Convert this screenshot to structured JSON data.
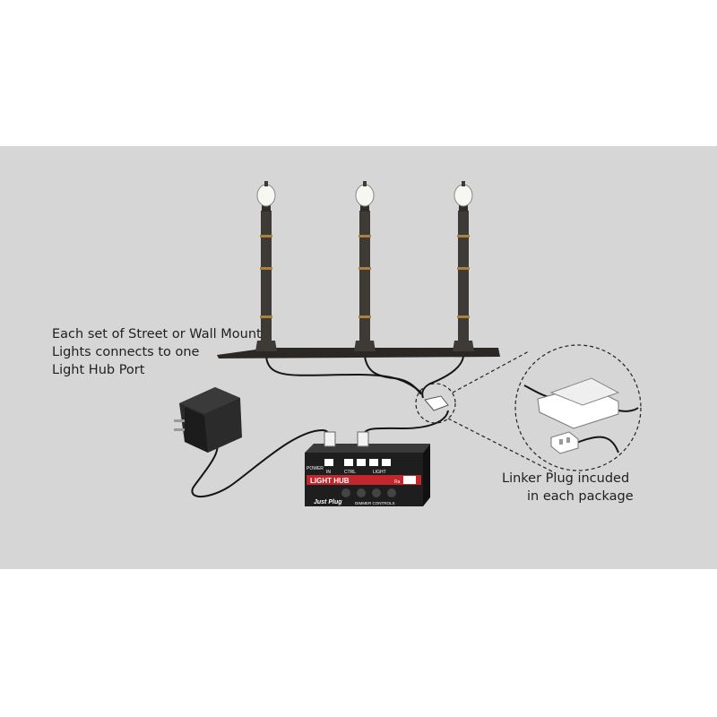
{
  "colors": {
    "panel_background": "#d6d6d6",
    "page_background": "#ffffff",
    "lamp_post": "#3e3a36",
    "lamp_band": "#a8823e",
    "cable": "#151515",
    "hub_body": "#1e1e1e",
    "hub_label_band": "#c1272d"
  },
  "captions": {
    "street_lights": {
      "line1": "Each set of Street or Wall Mount",
      "line2": "Lights connects to one",
      "line3": "Light Hub Port"
    },
    "linker_plug": {
      "line1": "Linker Plug incuded",
      "line2": "in each package"
    }
  },
  "hub": {
    "name": "LIGHT HUB",
    "power_label": "POWER",
    "in_label": "IN",
    "ctrl_label": "CTRL",
    "light_label": "LIGHT",
    "dimmer_label": "DIMMER CONTROLS",
    "brand": "Just Plug",
    "model_tag": "Ra"
  },
  "icons": [
    "street-lamp-icon",
    "power-adapter-icon",
    "light-hub-icon",
    "linker-plug-icon",
    "magnifier-callout-icon"
  ]
}
